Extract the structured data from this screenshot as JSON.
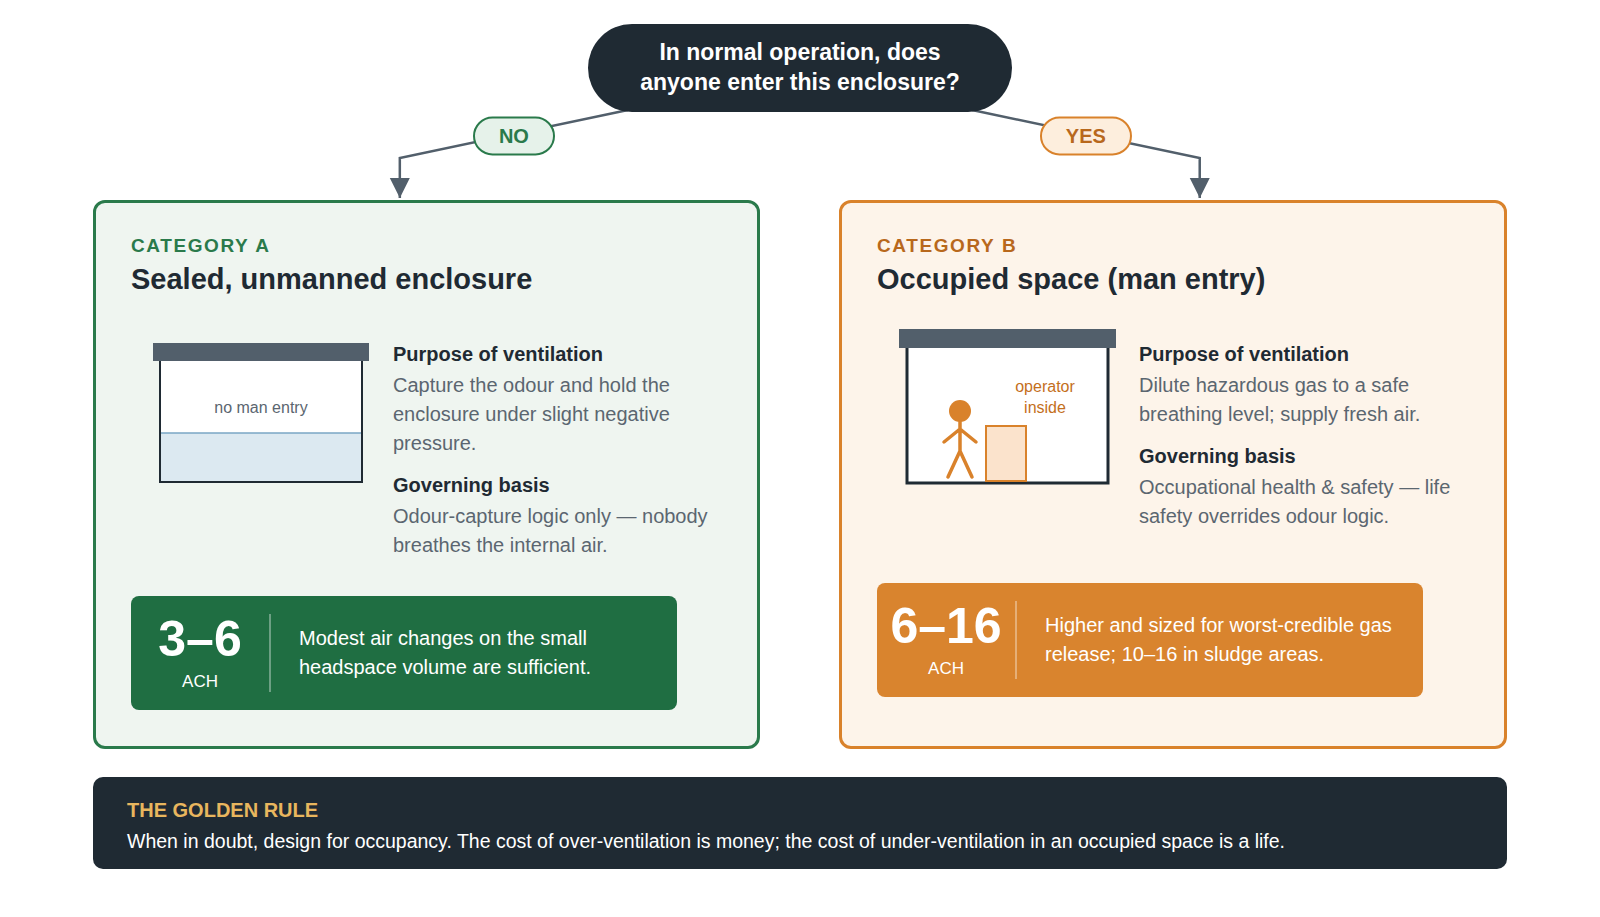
{
  "diagram": {
    "nodes": [
      {
        "text": [
          "In normal operation, does anyone enter this enclosure?"
        ]
      },
      {
        "text": [
          "CATEGORY A",
          "Sealed, unmanned enclosure",
          "Purpose of ventilation",
          "Capture the odour and hold the enclosure under slight negative pressure.",
          "Governing basis",
          "Odour-capture logic only — nobody breathes the internal air."
        ]
      },
      {
        "text": [
          "no man entry"
        ],
        "in": 1
      },
      {
        "text": [
          "3–6",
          "ACH",
          "Modest air changes on the small headspace volume are sufficient."
        ],
        "in": 1
      },
      {
        "text": [
          "CATEGORY B",
          "Occupied space (man entry)",
          "Purpose of ventilation",
          "Dilute hazardous gas to a safe breathing level; supply fresh air.",
          "Governing basis",
          "Occupational health & safety — life safety overrides odour logic."
        ]
      },
      {
        "text": [
          "operator inside"
        ],
        "in": 4
      },
      {
        "text": [
          "6–16",
          "ACH",
          "Higher and sized for worst-credible gas release; 10–16 in sludge areas."
        ],
        "in": 4
      },
      {
        "text": [
          "THE GOLDEN RULE",
          "When in doubt, design for occupancy. The cost of over-ventilation is money; the cost of under-ventilation in an occupied space is a life."
        ]
      }
    ],
    "edges": [
      {
        "from": 0,
        "to": 1,
        "label": "NO",
        "arrow": "to"
      },
      {
        "from": 0,
        "to": 4,
        "label": "YES",
        "arrow": "to"
      }
    ]
  }
}
